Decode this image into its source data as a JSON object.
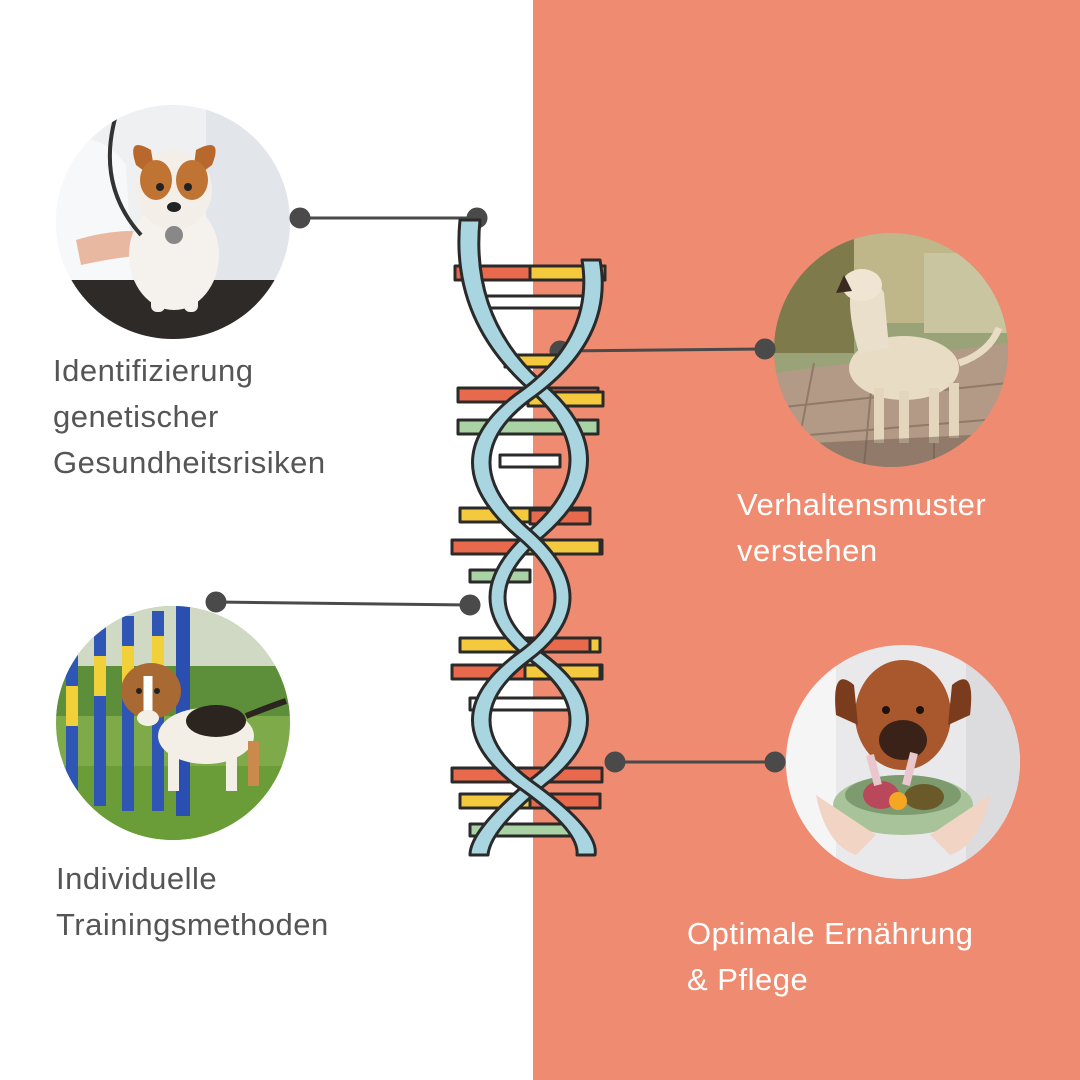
{
  "colors": {
    "background_left": "#ffffff",
    "background_right": "#ef8b70",
    "connector": "#4a4a4a",
    "dna_strand": "#a8d5df",
    "base_red": "#e8694c",
    "base_yellow": "#f4c93d",
    "base_green": "#a9d3a4",
    "text_dark": "#555555",
    "text_light": "#ffffff"
  },
  "items": [
    {
      "photo": "vet-examining-puppy-photo",
      "lines": [
        "Identifizierung",
        "genetischer",
        "Gesundheitsrisiken"
      ]
    },
    {
      "photo": "dog-barking-outdoors-photo",
      "lines": [
        "Verhaltensmuster",
        "verstehen"
      ]
    },
    {
      "photo": "beagle-agility-training-photo",
      "lines": [
        "Individuelle",
        "Trainingsmethoden"
      ]
    },
    {
      "photo": "dog-food-bowl-photo",
      "lines": [
        "Optimale Ernährung",
        "& Pflege"
      ]
    }
  ],
  "graphic": "dna-helix-icon"
}
